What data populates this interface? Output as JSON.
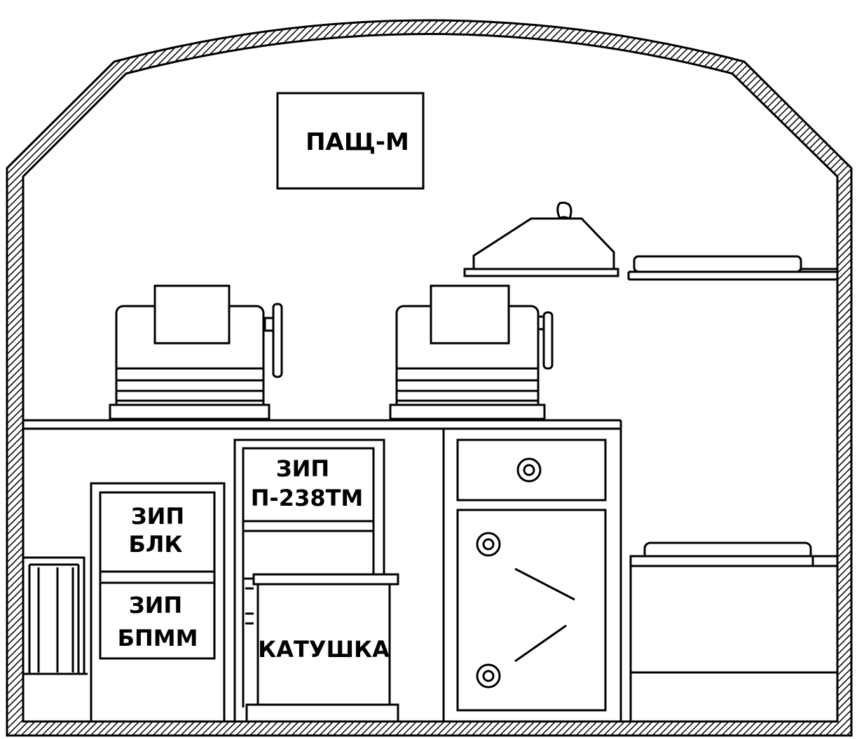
{
  "labels": {
    "wall_sign": "ПАЩ-М",
    "zip_blk_line1": "ЗИП",
    "zip_blk_line2": "БЛК",
    "zip_bpmm_line1": "ЗИП",
    "zip_bpmm_line2": "БПММ",
    "zip_p238_line1": "ЗИП",
    "zip_p238_line2": "П-238ТМ",
    "reel": "КАТУШКА"
  },
  "colors": {
    "ink": "#000000",
    "paper": "#ffffff"
  }
}
